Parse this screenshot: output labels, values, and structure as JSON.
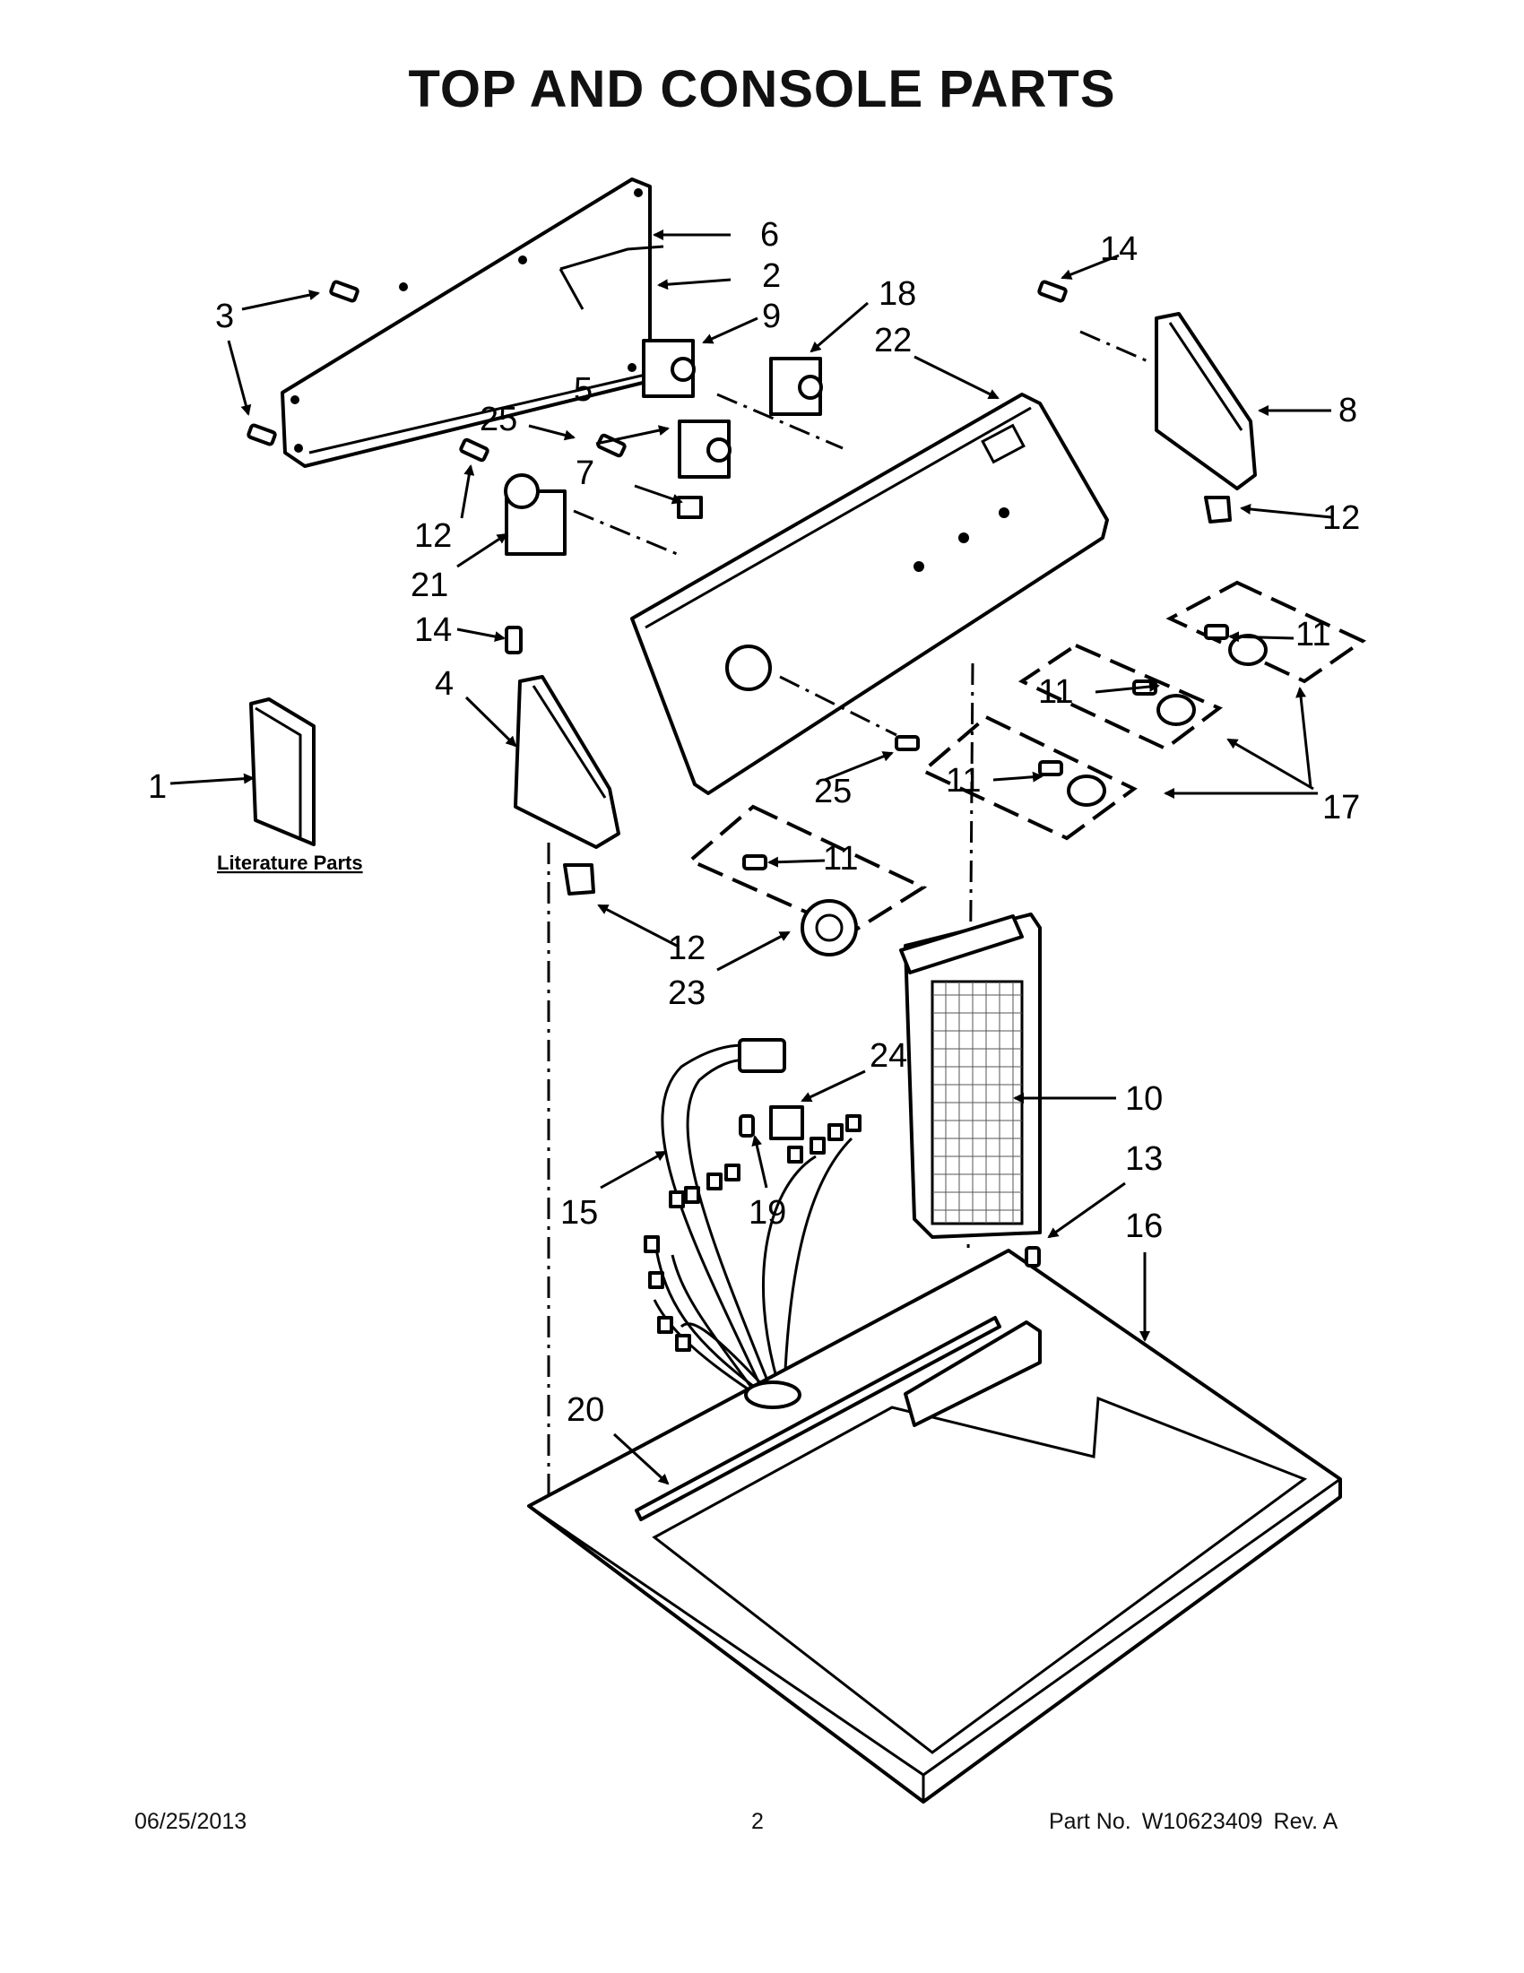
{
  "title": "TOP AND CONSOLE PARTS",
  "literature_label": "Literature Parts",
  "callouts": {
    "c1": "1",
    "c2": "2",
    "c3": "3",
    "c4": "4",
    "c5": "5",
    "c6": "6",
    "c7": "7",
    "c8": "8",
    "c9": "9",
    "c10": "10",
    "c11a": "11",
    "c11b": "11",
    "c11c": "11",
    "c11d": "11",
    "c12a": "12",
    "c12b": "12",
    "c12c": "12",
    "c13": "13",
    "c14a": "14",
    "c14b": "14",
    "c15": "15",
    "c16": "16",
    "c17": "17",
    "c18": "18",
    "c19": "19",
    "c20": "20",
    "c21": "21",
    "c22": "22",
    "c23": "23",
    "c24": "24",
    "c25a": "25",
    "c25b": "25"
  },
  "footer": {
    "date": "06/25/2013",
    "page": "2",
    "part_prefix": "Part No.",
    "part_number": "W10623409",
    "revision": "Rev.  A"
  }
}
